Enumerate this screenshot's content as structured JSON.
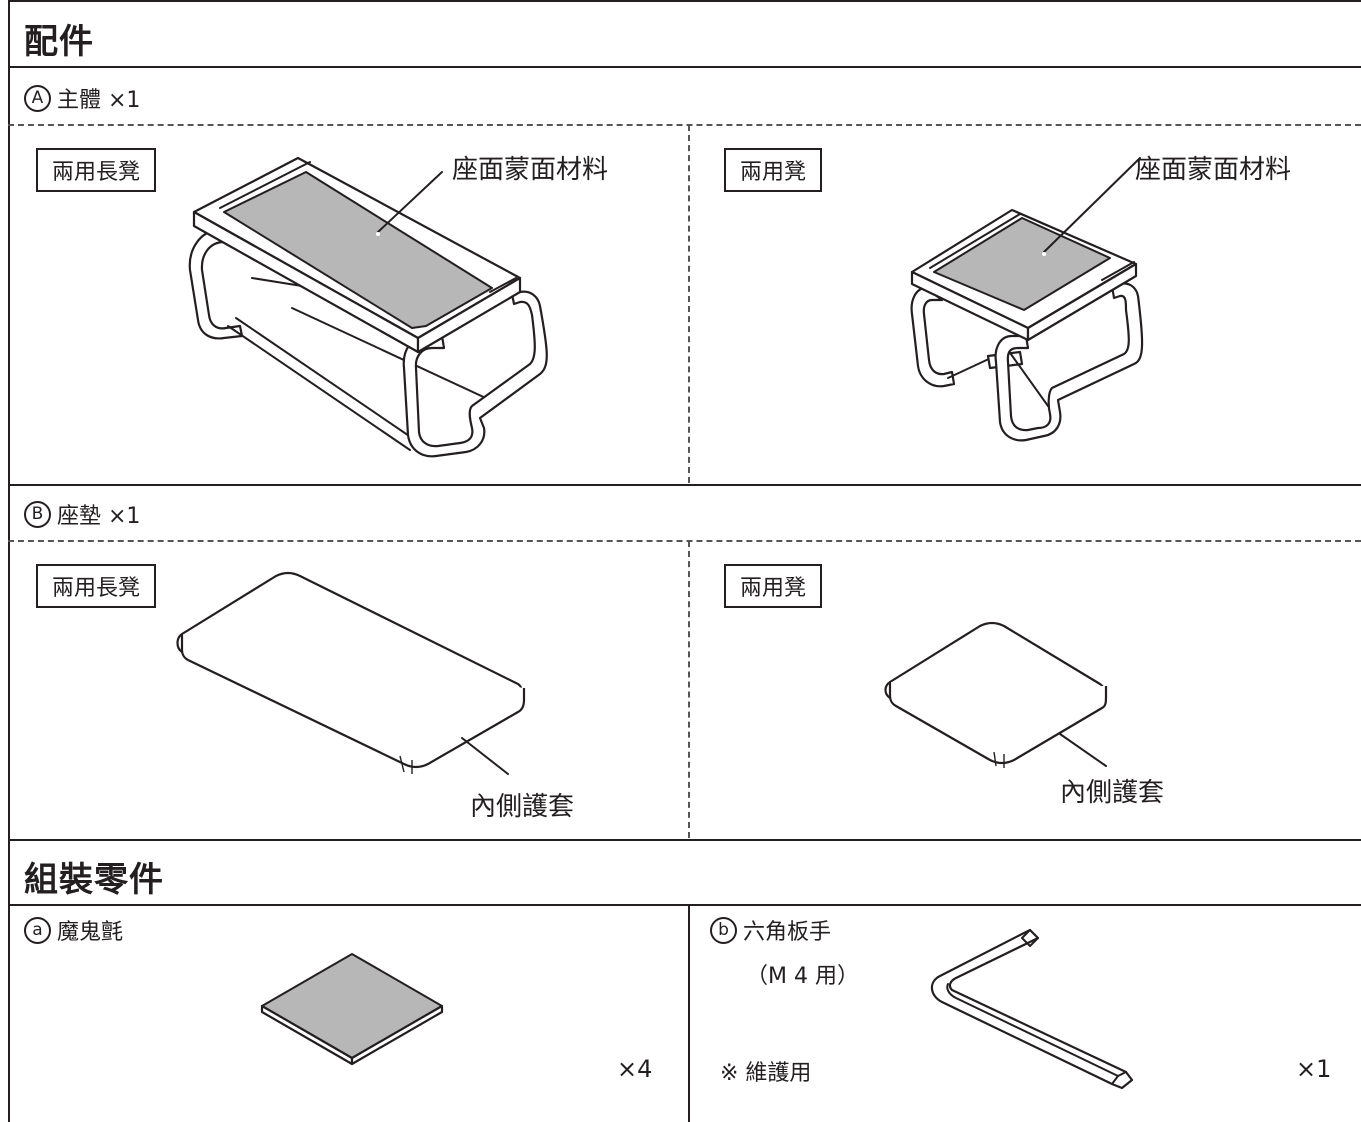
{
  "sections": {
    "parts_title": "配件",
    "assembly_title": "組裝零件"
  },
  "part_a": {
    "mark": "A",
    "title": "主體 ×1",
    "left": {
      "tag": "兩用長凳",
      "callout": "座面蒙面材料"
    },
    "right": {
      "tag": "兩用凳",
      "callout": "座面蒙面材料"
    }
  },
  "part_b": {
    "mark": "B",
    "title": "座墊 ×1",
    "left": {
      "tag": "兩用長凳",
      "callout": "內側護套"
    },
    "right": {
      "tag": "兩用凳",
      "callout": "內側護套"
    }
  },
  "assembly": {
    "a": {
      "mark": "a",
      "title": "魔鬼氈",
      "qty": "×4"
    },
    "b": {
      "mark": "b",
      "title": "六角板手",
      "subtitle": "（M 4 用）",
      "note": "※ 維護用",
      "qty": "×1"
    }
  }
}
